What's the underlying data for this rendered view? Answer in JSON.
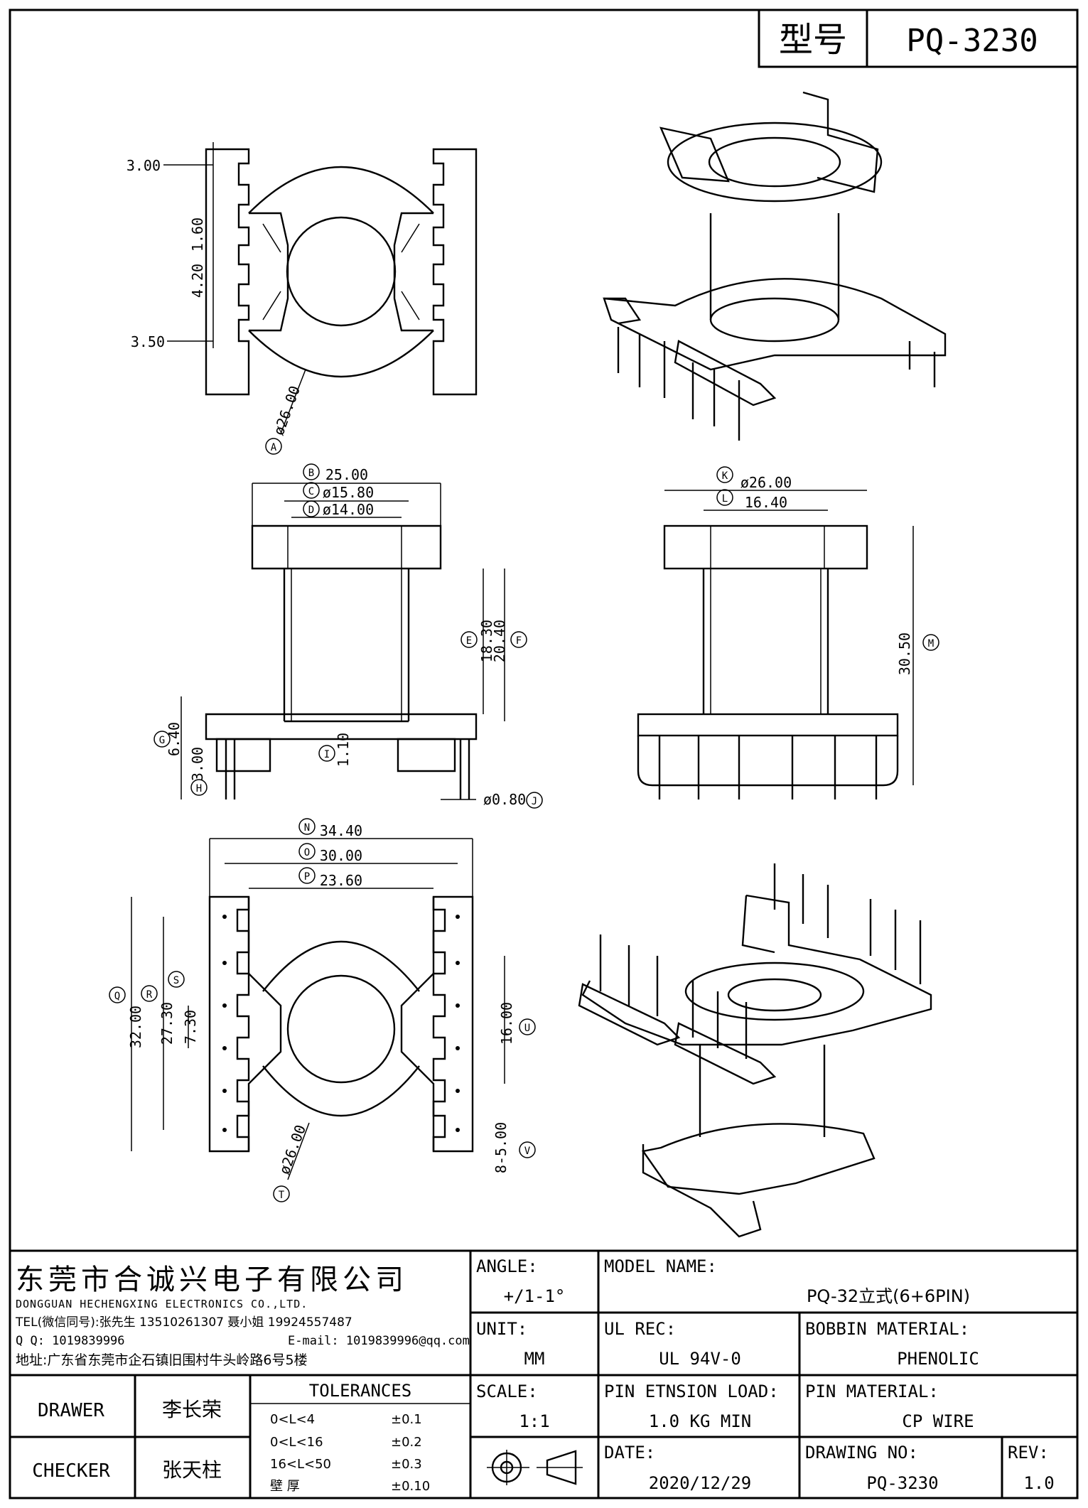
{
  "header": {
    "model_label": "型号",
    "model_value": "PQ-3230"
  },
  "dims": {
    "top_view": {
      "d300": "3.00",
      "d160": "1.60",
      "d420": "4.20",
      "d350": "3.50",
      "d2600": "ø26.00",
      "mark_a": "A"
    },
    "front_view": {
      "d2500": "25.00",
      "d1580": "ø15.80",
      "d1400": "ø14.00",
      "d1830": "18.30",
      "d2040": "20.40",
      "d640": "6.40",
      "d300": "3.00",
      "d110": "1.10",
      "d080": "ø0.80",
      "mark_b": "B",
      "mark_c": "C",
      "mark_d": "D",
      "mark_e": "E",
      "mark_f": "F",
      "mark_g": "G",
      "mark_h": "H",
      "mark_i": "I",
      "mark_j": "J"
    },
    "side_view": {
      "d2600": "ø26.00",
      "d1640": "16.40",
      "d3050": "30.50",
      "mark_k": "K",
      "mark_l": "L",
      "mark_m": "M"
    },
    "bottom_view": {
      "d3440": "34.40",
      "d3000": "30.00",
      "d2360": "23.60",
      "d3200": "32.00",
      "d2730": "27.30",
      "d730": "7.30",
      "d1600": "16.00",
      "d500": "8-5.00",
      "d2600": "ø26.00",
      "mark_n": "N",
      "mark_o": "O",
      "mark_p": "P",
      "mark_q": "Q",
      "mark_r": "R",
      "mark_s": "S",
      "mark_t": "T",
      "mark_u": "U",
      "mark_v": "V"
    }
  },
  "title_block": {
    "company_cn": "东莞市合诚兴电子有限公司",
    "company_en": "DONGGUAN HECHENGXING ELECTRONICS CO.,LTD.",
    "tel": "TEL(微信同号):张先生 13510261307 聂小姐 19924557487",
    "qq": "Q Q: 1019839996",
    "email": "E-mail: 1019839996@qq.com",
    "address": "地址:广东省东莞市企石镇旧围村牛头岭路6号5楼",
    "angle_label": "ANGLE:",
    "angle_value": "+/1-1°",
    "unit_label": "UNIT:",
    "unit_value": "MM",
    "scale_label": "SCALE:",
    "scale_value": "1:1",
    "model_name_label": "MODEL NAME:",
    "model_name_value": "PQ-32立式(6+6PIN)",
    "ul_label": "UL REC:",
    "ul_value": "UL 94V-0",
    "bobbin_label": "BOBBIN MATERIAL:",
    "bobbin_value": "PHENOLIC",
    "pin_load_label": "PIN ETNSION LOAD:",
    "pin_load_value": "1.0 KG MIN",
    "pin_mat_label": "PIN MATERIAL:",
    "pin_mat_value": "CP WIRE",
    "date_label": "DATE:",
    "date_value": "2020/12/29",
    "drawing_no_label": "DRAWING NO:",
    "drawing_no_value": "PQ-3230",
    "rev_label": "REV:",
    "rev_value": "1.0",
    "drawer_label": "DRAWER",
    "drawer_name": "李长荣",
    "checker_label": "CHECKER",
    "checker_name": "张天柱",
    "tolerances_label": "TOLERANCES",
    "tol": [
      {
        "range": "0<L<4",
        "value": "±0.1"
      },
      {
        "range": "0<L<16",
        "value": "±0.2"
      },
      {
        "range": "16<L<50",
        "value": "±0.3"
      },
      {
        "range": "壁  厚",
        "value": "±0.10"
      }
    ]
  }
}
